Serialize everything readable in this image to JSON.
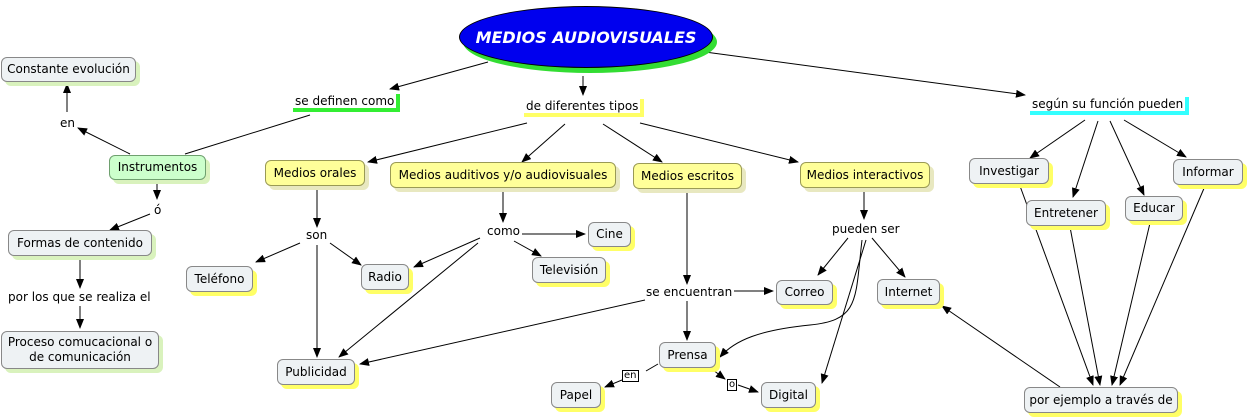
{
  "title": "MEDIOS AUDIOVISUALES",
  "nodes": {
    "constante": "Constante evolución",
    "instrumentos": "Instrumentos",
    "formas": "Formas de contenido",
    "proceso": "Proceso comucacional o\nde comunicación",
    "medios_orales": "Medios orales",
    "medios_auditivos": "Medios auditivos y/o audiovisuales",
    "medios_escritos": "Medios escritos",
    "medios_interactivos": "Medios interactivos",
    "telefono": "Teléfono",
    "radio": "Radio",
    "cine": "Cine",
    "television": "Televisión",
    "publicidad": "Publicidad",
    "correo": "Correo",
    "internet": "Internet",
    "prensa": "Prensa",
    "papel": "Papel",
    "digital": "Digital",
    "investigar": "Investigar",
    "entretener": "Entretener",
    "educar": "Educar",
    "informar": "Informar",
    "por_ejemplo": "por ejemplo a través de"
  },
  "links": {
    "se_definen": "se definen como",
    "diferentes_tipos": "de diferentes tipos",
    "segun_funcion": "según su función pueden",
    "en": "en",
    "o": "ó",
    "por_los_que": "por los que se realiza el",
    "son": "son",
    "como": "como",
    "se_encuentran": "se encuentran",
    "pueden_ser": "pueden ser",
    "en_small": "en",
    "o_small": "o"
  }
}
